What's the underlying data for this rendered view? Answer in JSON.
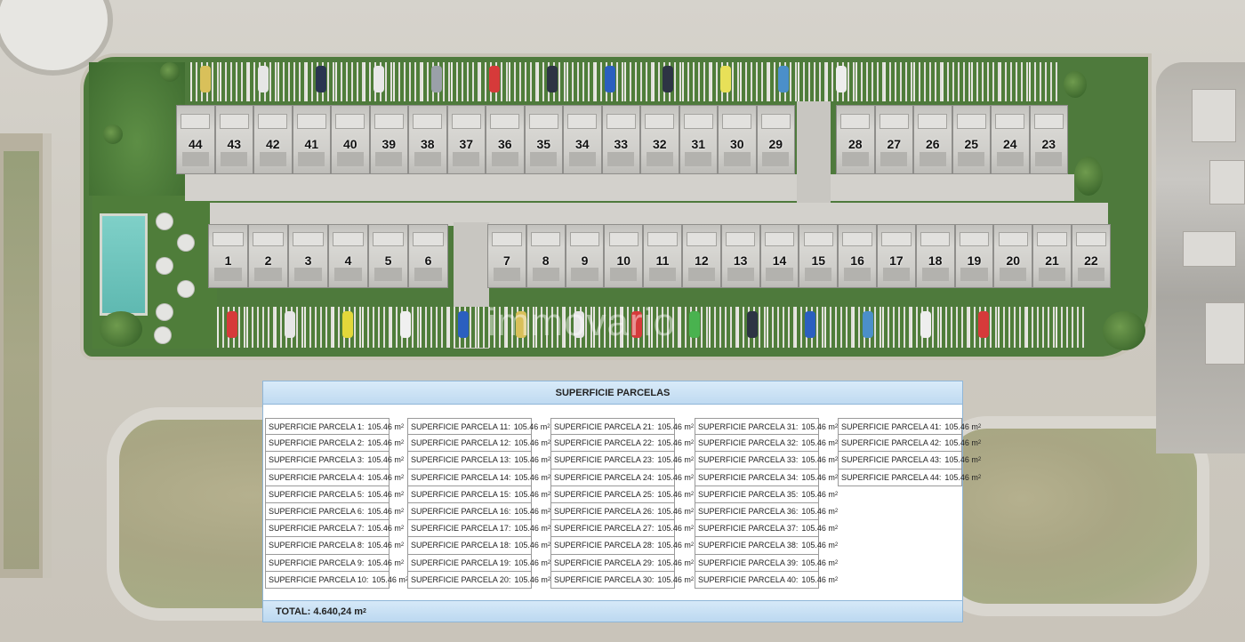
{
  "plan": {
    "top_row": [
      "44",
      "43",
      "42",
      "41",
      "40",
      "39",
      "38",
      "37",
      "36",
      "35",
      "34",
      "33",
      "32",
      "31",
      "30",
      "29"
    ],
    "top_row_right": [
      "28",
      "27",
      "26",
      "25",
      "24",
      "23"
    ],
    "bottom_row": [
      "1",
      "2",
      "3",
      "4",
      "5",
      "6"
    ],
    "bottom_row_right": [
      "7",
      "8",
      "9",
      "10",
      "11",
      "12",
      "13",
      "14",
      "15",
      "16",
      "17",
      "18",
      "19",
      "20",
      "21",
      "22"
    ],
    "watermark": "immovario",
    "car_colors_top": [
      "#d9c05a",
      "#e6e6e6",
      "#2a3550",
      "#e8e8e8",
      "#9aa0a8",
      "#d63a3a",
      "#2d3444",
      "#2b5fbf",
      "#2d3444",
      "#e8e058",
      "#4b8fc9",
      "#ededed"
    ],
    "car_colors_bottom": [
      "#d63a3a",
      "#e6e6e6",
      "#e3d83a",
      "#f0f0f0",
      "#2b5fbf",
      "#d9c05a",
      "#e6e6e6",
      "#d63a3a",
      "#49b24f",
      "#2d3444",
      "#2b5fbf",
      "#4b8fc9",
      "#eeeeee",
      "#d63a3a"
    ]
  },
  "table": {
    "title": "SUPERFICIE PARCELAS",
    "unit_sup": "2",
    "columns": [
      [
        {
          "label": "SUPERFICIE PARCELA 1:",
          "value": "105.46 m"
        },
        {
          "label": "SUPERFICIE PARCELA 2:",
          "value": "105.46 m"
        },
        {
          "label": "SUPERFICIE PARCELA 3:",
          "value": "105.46 m"
        },
        {
          "label": "SUPERFICIE PARCELA 4:",
          "value": "105.46 m"
        },
        {
          "label": "SUPERFICIE PARCELA 5:",
          "value": "105.46 m"
        },
        {
          "label": "SUPERFICIE PARCELA 6:",
          "value": "105.46 m"
        },
        {
          "label": "SUPERFICIE PARCELA 7:",
          "value": "105.46 m"
        },
        {
          "label": "SUPERFICIE PARCELA 8:",
          "value": "105.46 m"
        },
        {
          "label": "SUPERFICIE PARCELA 9:",
          "value": "105.46 m"
        },
        {
          "label": "SUPERFICIE PARCELA 10:",
          "value": "105.46 m"
        }
      ],
      [
        {
          "label": "SUPERFICIE PARCELA 11:",
          "value": "105.46 m"
        },
        {
          "label": "SUPERFICIE PARCELA 12:",
          "value": "105.46 m"
        },
        {
          "label": "SUPERFICIE PARCELA 13:",
          "value": "105.46 m"
        },
        {
          "label": "SUPERFICIE PARCELA 14:",
          "value": "105.46 m"
        },
        {
          "label": "SUPERFICIE PARCELA 15:",
          "value": "105.46 m"
        },
        {
          "label": "SUPERFICIE PARCELA 16:",
          "value": "105.46 m"
        },
        {
          "label": "SUPERFICIE PARCELA 17:",
          "value": "105.46 m"
        },
        {
          "label": "SUPERFICIE PARCELA 18:",
          "value": "105.46 m"
        },
        {
          "label": "SUPERFICIE PARCELA 19:",
          "value": "105.46 m"
        },
        {
          "label": "SUPERFICIE PARCELA 20:",
          "value": "105.46 m"
        }
      ],
      [
        {
          "label": "SUPERFICIE PARCELA 21:",
          "value": "105.46 m"
        },
        {
          "label": "SUPERFICIE PARCELA 22:",
          "value": "105.46 m"
        },
        {
          "label": "SUPERFICIE PARCELA 23:",
          "value": "105.46 m"
        },
        {
          "label": "SUPERFICIE PARCELA 24:",
          "value": "105.46 m"
        },
        {
          "label": "SUPERFICIE PARCELA 25:",
          "value": "105.46 m"
        },
        {
          "label": "SUPERFICIE PARCELA 26:",
          "value": "105.46 m"
        },
        {
          "label": "SUPERFICIE PARCELA 27:",
          "value": "105.46 m"
        },
        {
          "label": "SUPERFICIE PARCELA 28:",
          "value": "105.46 m"
        },
        {
          "label": "SUPERFICIE PARCELA 29:",
          "value": "105.46 m"
        },
        {
          "label": "SUPERFICIE PARCELA 30:",
          "value": "105.46 m"
        }
      ],
      [
        {
          "label": "SUPERFICIE PARCELA 31:",
          "value": "105.46 m"
        },
        {
          "label": "SUPERFICIE PARCELA 32:",
          "value": "105.46 m"
        },
        {
          "label": "SUPERFICIE PARCELA 33:",
          "value": "105.46 m"
        },
        {
          "label": "SUPERFICIE PARCELA 34:",
          "value": "105.46 m"
        },
        {
          "label": "SUPERFICIE PARCELA 35:",
          "value": "105.46 m"
        },
        {
          "label": "SUPERFICIE PARCELA 36:",
          "value": "105.46 m"
        },
        {
          "label": "SUPERFICIE PARCELA 37:",
          "value": "105.46 m"
        },
        {
          "label": "SUPERFICIE PARCELA 38:",
          "value": "105.46 m"
        },
        {
          "label": "SUPERFICIE PARCELA 39:",
          "value": "105.46 m"
        },
        {
          "label": "SUPERFICIE PARCELA 40:",
          "value": "105.46 m"
        }
      ],
      [
        {
          "label": "SUPERFICIE PARCELA 41:",
          "value": "105.46 m"
        },
        {
          "label": "SUPERFICIE PARCELA 42:",
          "value": "105.46 m"
        },
        {
          "label": "SUPERFICIE PARCELA 43:",
          "value": "105.46 m"
        },
        {
          "label": "SUPERFICIE PARCELA 44:",
          "value": "105.46 m"
        }
      ]
    ],
    "total_label": "TOTAL:",
    "total_value": "4.640,24 m"
  },
  "colors": {
    "lawn": "#4e7a3c",
    "table_header": "#bfdaf1",
    "table_border": "#8fb6d8"
  }
}
